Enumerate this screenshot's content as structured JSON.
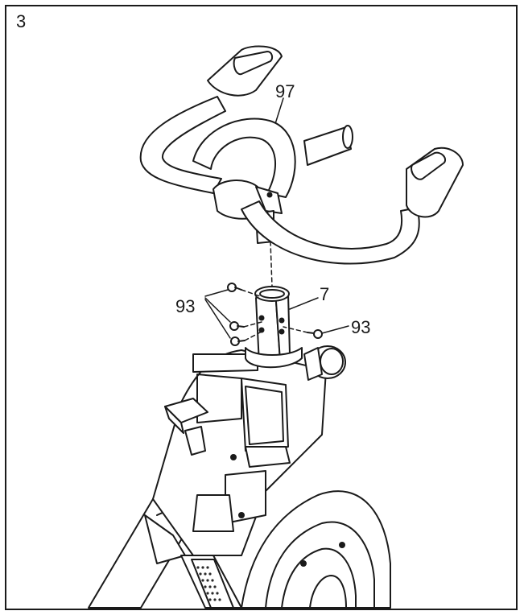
{
  "step": {
    "number": "3"
  },
  "callouts": {
    "handlebar": "97",
    "post": "7",
    "bolts_left": "93",
    "bolt_right": "93"
  },
  "colors": {
    "ink": "#1a1a1a",
    "paper": "#ffffff",
    "dots": "#2a2a2a"
  }
}
